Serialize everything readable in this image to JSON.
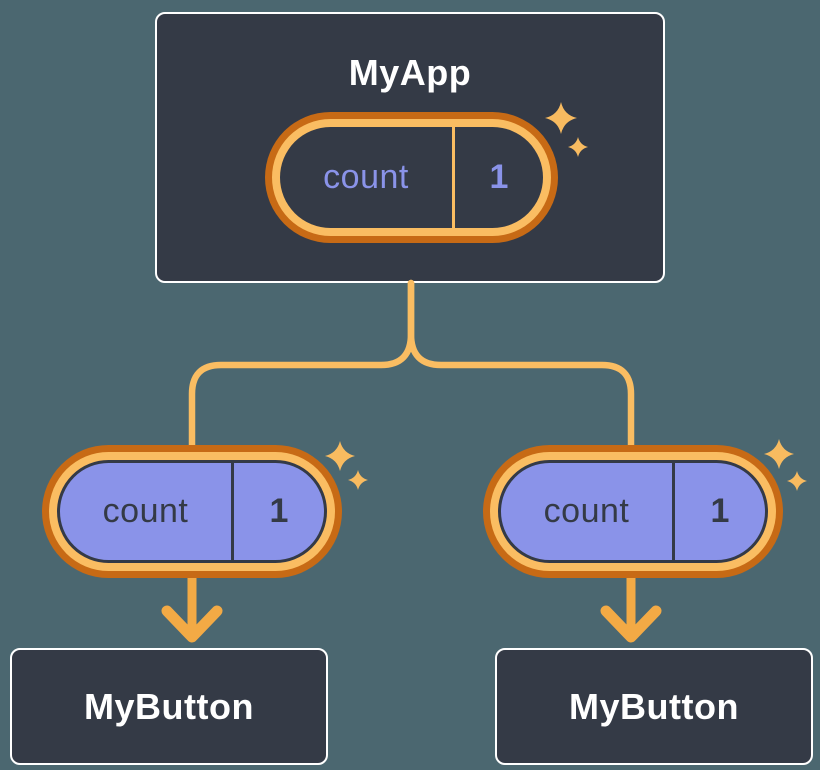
{
  "diagram": {
    "root": {
      "title": "MyApp",
      "state": {
        "label": "count",
        "value": "1"
      }
    },
    "children": [
      {
        "title": "MyButton",
        "prop": {
          "label": "count",
          "value": "1"
        }
      },
      {
        "title": "MyButton",
        "prop": {
          "label": "count",
          "value": "1"
        }
      }
    ]
  },
  "colors": {
    "background": "#4B6770",
    "box_fill": "#343A46",
    "box_border": "#FFFFFF",
    "ring_outer_orange": "#C76A15",
    "ring_inner_orange": "#FABD62",
    "pill_fill_purple": "#8A93E9",
    "state_text_purple": "#8A93E9",
    "pill_text_dark": "#343A46",
    "connector_orange": "#FABD62",
    "arrow_orange": "#F3AA45",
    "sparkle_orange": "#F8BB60",
    "title_text": "#FFFFFF"
  },
  "icons": {
    "sparkles": "sparkles-icon",
    "arrow": "arrow-down-icon"
  }
}
